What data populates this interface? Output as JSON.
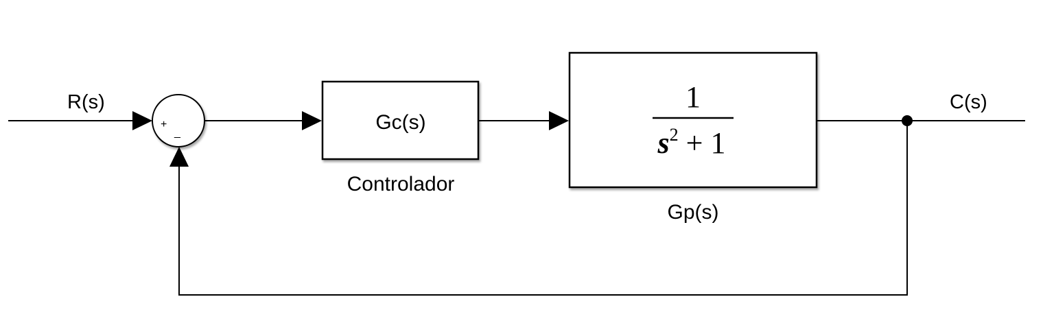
{
  "signals": {
    "input": "R(s)",
    "output": "C(s)"
  },
  "sum_junction": {
    "plus_sign": "+",
    "minus_sign": "_"
  },
  "controller": {
    "label": "Gc(s)",
    "caption": "Controlador"
  },
  "plant": {
    "numerator": "1",
    "denominator_var": "s",
    "denominator_exp": "2",
    "denominator_rest": " + 1",
    "caption": "Gp(s)"
  },
  "colors": {
    "line": "#000000",
    "background": "#ffffff"
  }
}
